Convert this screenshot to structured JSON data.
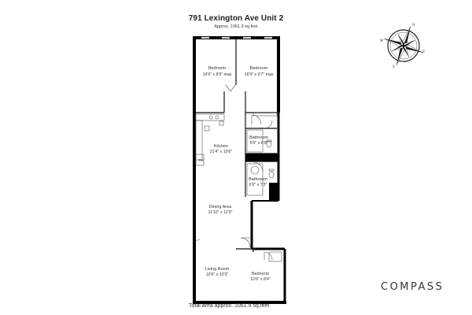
{
  "header": {
    "title": "791 Lexington Ave Unit 2",
    "subtitle": "Approx. 1061.9 sq.feet"
  },
  "rooms": [
    {
      "name": "Bedroom",
      "dims": "16'9\" x 8'9\" max"
    },
    {
      "name": "Bedroom",
      "dims": "16'9\" x 9'7\" max"
    },
    {
      "name": "Kitchen",
      "dims": "21'4\" x 10'6\""
    },
    {
      "name": "Bathroom",
      "dims": "5'0\" x 6'9\""
    },
    {
      "name": "Bathroom",
      "dims": "6'9\" x 7'3\""
    },
    {
      "name": "Dining Area",
      "dims": "11'10\" x 12'3\""
    },
    {
      "name": "Living Room",
      "dims": "10'6\" x 10'3\""
    },
    {
      "name": "Bedroom",
      "dims": "10'6\" x 8'4\""
    }
  ],
  "fixtures": {
    "ref_label": "Ref"
  },
  "compass": {
    "n": "N",
    "s": "S",
    "e": "E",
    "w": "W"
  },
  "footer": {
    "total_area": "Total area approx. 1061.9 sq.feet"
  },
  "brand": {
    "logo_text": "COMPASS"
  },
  "colors": {
    "wall": "#000000",
    "line": "#555555",
    "background": "#ffffff"
  }
}
